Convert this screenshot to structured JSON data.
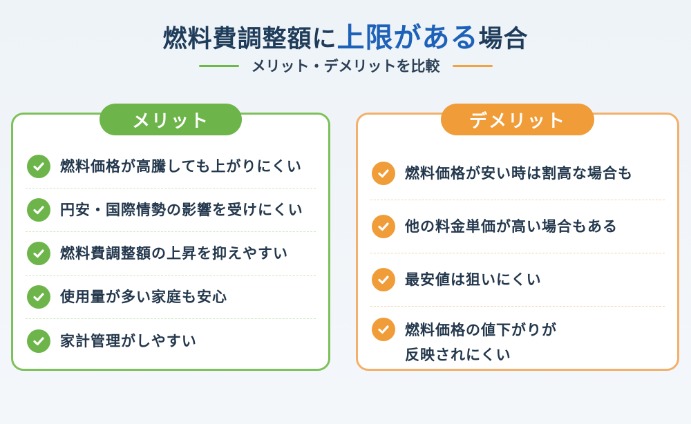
{
  "header": {
    "title_before": "燃料費調整額に",
    "title_highlight": "上限がある",
    "title_after": "場合",
    "subtitle": "メリット・デメリットを比較"
  },
  "merit": {
    "label": "メリット",
    "items": [
      "燃料価格が高騰しても上がりにくい",
      "円安・国際情勢の影響を受けにくい",
      "燃料費調整額の上昇を抑えやすい",
      "使用量が多い家庭も安心",
      "家計管理がしやすい"
    ]
  },
  "demerit": {
    "label": "デメリット",
    "items": [
      "燃料価格が安い時は割高な場合も",
      "他の料金単価が高い場合もある",
      "最安値は狙いにくい",
      {
        "line1": "燃料価格の値下がりが",
        "line2": "反映されにくい"
      }
    ]
  },
  "colors": {
    "merit_accent": "#6db54a",
    "demerit_accent": "#f09c38",
    "title_highlight": "#1d62b8",
    "title_text": "#1f3c5a"
  },
  "icons": {
    "item_marker": "check-icon"
  }
}
